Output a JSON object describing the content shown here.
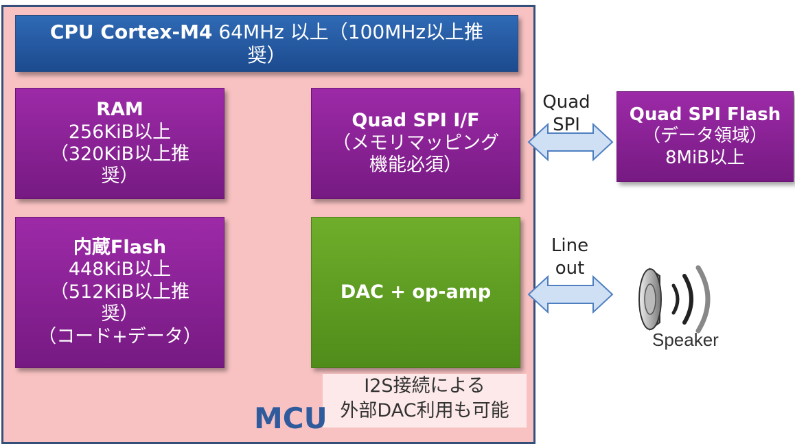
{
  "mcu": {
    "label": "MCU"
  },
  "cpu": {
    "name": "CPU Cortex-M4",
    "line1_rest": " 64MHz 以上（100MHz以上推",
    "line2": "奨）"
  },
  "ram": {
    "title": "RAM",
    "line1": "256KiB以上",
    "line2": "（320KiB以上推",
    "line3": "奨）"
  },
  "qspi_if": {
    "title": "Quad SPI I/F",
    "line1": "（メモリマッピング",
    "line2": "機能必須）"
  },
  "flash": {
    "title": "内蔵Flash",
    "line1": "448KiB以上",
    "line2": "（512KiB以上推",
    "line3": "奨）",
    "line4": "（コード+データ）"
  },
  "dac": {
    "title": "DAC + op-amp"
  },
  "note": {
    "line1": "I2S接続による",
    "line2": "外部DAC利用も可能"
  },
  "qspi_arrow": {
    "line1": "Quad",
    "line2": "SPI"
  },
  "lineout_arrow": {
    "line1": "Line",
    "line2": "out"
  },
  "qspi_flash": {
    "title": "Quad SPI Flash",
    "line1": "（データ領域）",
    "line2": "8MiB以上"
  },
  "speaker": {
    "label": "Speaker",
    "icon": "speaker-icon"
  },
  "colors": {
    "mcu_bg": "#f9c2c2",
    "mcu_border": "#34507a",
    "cpu": "#2f6ab5",
    "purple": "#8a2296",
    "green": "#5f9e24",
    "arrow_fill": "#cfe0f5",
    "arrow_stroke": "#4f7fc0",
    "mcu_label": "#2f5b9d"
  }
}
